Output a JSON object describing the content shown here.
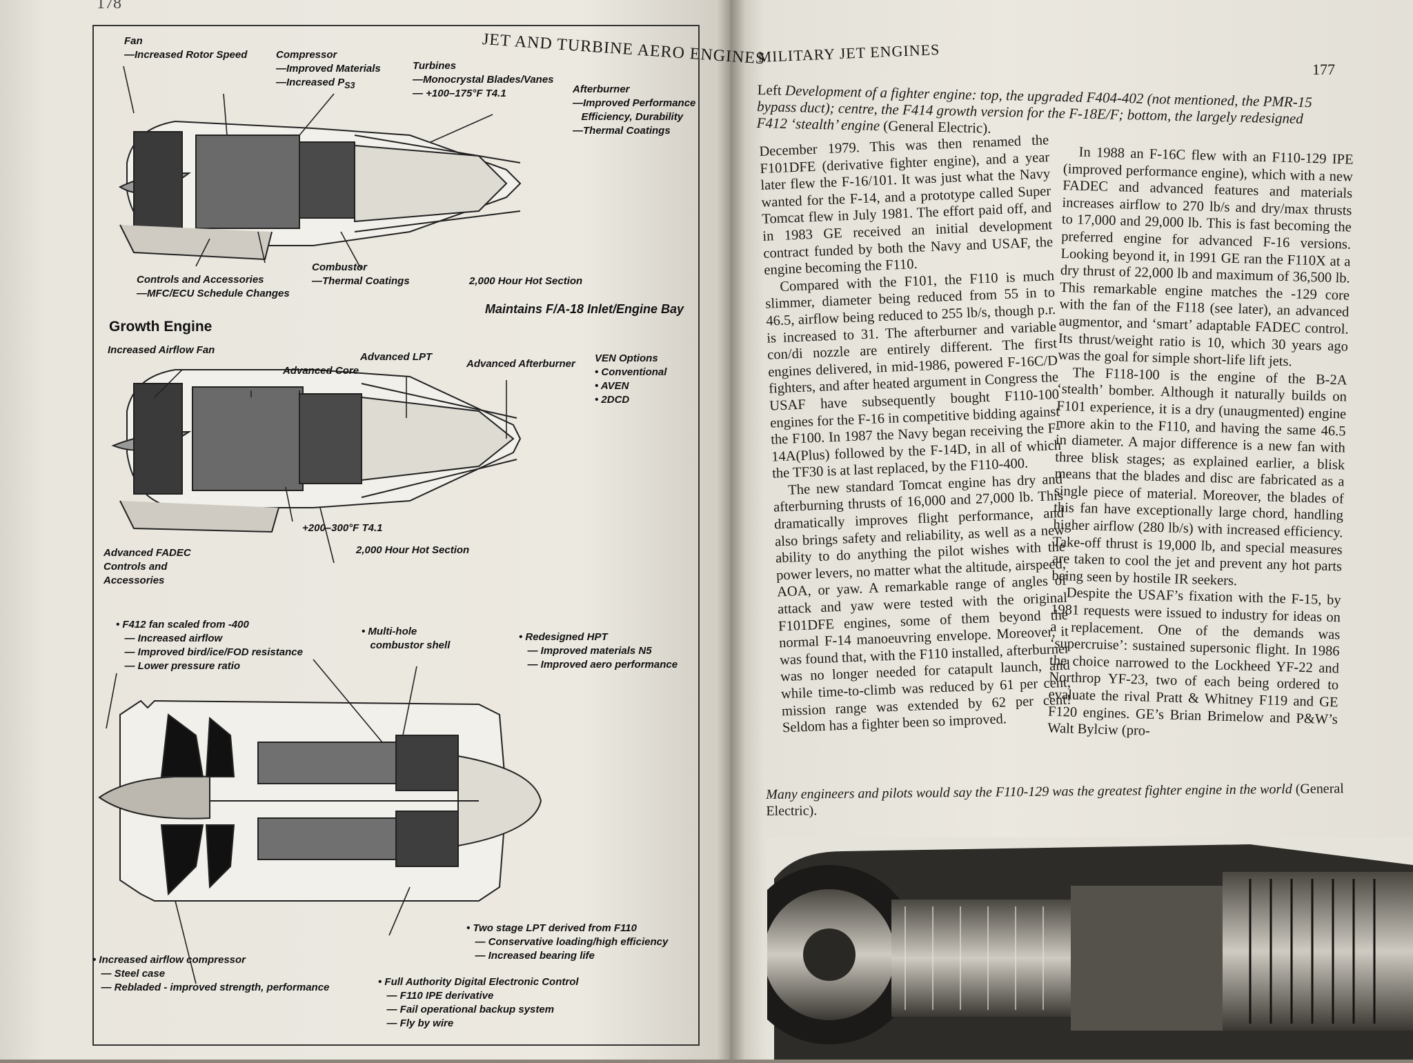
{
  "left_page": {
    "page_number": "178",
    "running_head": "JET AND TURBINE AERO ENGINES"
  },
  "figure": {
    "labels": {
      "fan": "Fan\n—Increased Rotor Speed",
      "compressor": "Compressor\n—Improved Materials\n—Increased P",
      "compressor_sub": "S3",
      "turbines": "Turbines\n—Monocrystal Blades/Vanes\n— +100–175°F T4.1",
      "afterburner": "Afterburner\n—Improved Performance\n   Efficiency, Durability\n—Thermal Coatings",
      "controls": "Controls and Accessories\n—MFC/ECU Schedule Changes",
      "combustor": "Combustor\n—Thermal Coatings",
      "hot_section_1": "2,000 Hour Hot Section",
      "maintains": "Maintains F/A-18 Inlet/Engine Bay",
      "growth_engine": "Growth Engine",
      "increased_airflow_fan": "Increased Airflow Fan",
      "advanced_core": "Advanced Core",
      "advanced_lpt": "Advanced LPT",
      "advanced_afterburner": "Advanced Afterburner",
      "ven_options": "VEN Options\n• Conventional\n• AVEN\n• 2DCD",
      "temp_increase": "+200–300°F T4.1",
      "hot_section_2": "2,000 Hour Hot Section",
      "advanced_fadec": "Advanced FADEC\nControls and\nAccessories",
      "f412_fan": "• F412 fan scaled from -400\n   — Increased airflow\n   — Improved bird/ice/FOD resistance\n   — Lower pressure ratio",
      "multihole": "• Multi-hole\n   combustor shell",
      "redesigned_hpt": "• Redesigned HPT\n   — Improved materials N5\n   — Improved aero performance",
      "two_stage_lpt": "• Two stage LPT derived from F110\n   — Conservative loading/high efficiency\n   — Increased bearing life",
      "increased_airflow_compressor": "• Increased airflow compressor\n   — Steel case\n   — Rebladed - improved strength, performance",
      "full_authority": "• Full Authority Digital Electronic Control\n   — F110 IPE derivative\n   — Fail operational backup system\n   — Fly by wire"
    }
  },
  "right_page": {
    "running_head": "MILITARY JET ENGINES",
    "page_number": "177",
    "top_caption_lead": "Left",
    "top_caption_italic": " Development of a fighter engine: top, the upgraded F404-402 (not mentioned, the PMR-15 bypass duct); centre, the F414 growth version for the F-18E/F; bottom, the largely redesigned F412 ‘stealth’ engine ",
    "top_caption_credit": "(General Electric).",
    "column1": [
      "December 1979. This was then renamed the F101DFE (derivative fighter engine), and a year later flew the F-16/101. It was just what the Navy wanted for the F-14, and a prototype called Super Tomcat flew in July 1981. The effort paid off, and in 1983 GE received an initial development contract funded by both the Navy and USAF, the engine becoming the F110.",
      "Compared with the F101, the F110 is much slimmer, diameter being reduced from 55 in to 46.5, airflow being reduced to 255 lb/s, though p.r. is increased to 31. The afterburner and variable con/di nozzle are entirely different. The first engines delivered, in mid-1986, powered F-16C/D fighters, and after heated argument in Congress the USAF have subsequently bought F110-100 engines for the F-16 in competitive bidding against the F100. In 1987 the Navy began receiving the F-14A(Plus) followed by the F-14D, in all of which the TF30 is at last replaced, by the F110-400.",
      "The new standard Tomcat engine has dry and afterburning thrusts of 16,000 and 27,000 lb. This dramatically improves flight performance, and also brings safety and reliability, as well as a new ability to do anything the pilot wishes with the power levers, no matter what the altitude, airspeed, AOA, or yaw. A remarkable range of angles of attack and yaw were tested with the original F101DFE engines, some of them beyond the normal F-14 manoeuvring envelope. Moreover, it was found that, with the F110 installed, afterburner was no longer needed for catapult launch, and while time-to-climb was reduced by 61 per cent, mission range was extended by 62 per cent! Seldom has a fighter been so improved."
    ],
    "column2": [
      "In 1988 an F-16C flew with an F110-129 IPE (improved performance engine), which with a new FADEC and advanced features and materials increases airflow to 270 lb/s and dry/max thrusts to 17,000 and 29,000 lb. This is fast becoming the preferred engine for advanced F-16 versions. Looking beyond it, in 1991 GE ran the F110X at a dry thrust of 22,000 lb and maximum of 36,500 lb. This remarkable engine matches the -129 core with the fan of the F118 (see later), an advanced augmentor, and ‘smart’ adaptable FADEC control. Its thrust/weight ratio is 10, which 30 years ago was the goal for simple short-life lift jets.",
      "The F118-100 is the engine of the B-2A ‘stealth’ bomber. Although it naturally builds on F101 experience, it is a dry (unaugmented) engine more akin to the F110, and having the same 46.5 in diameter. A major difference is a new fan with three blisk stages; as explained earlier, a blisk means that the blades and disc are fabricated as a single piece of material. Moreover, the blades of this fan have exceptionally large chord, handling higher airflow (280 lb/s) with increased efficiency. Take-off thrust is 19,000 lb, and special measures are taken to cool the jet and prevent any hot parts being seen by hostile IR seekers.",
      "Despite the USAF’s fixation with the F-15, by 1981 requests were issued to industry for ideas on a replacement. One of the demands was ‘supercruise’: sustained supersonic flight. In 1986 the choice narrowed to the Lockheed YF-22 and Northrop YF-23, two of each being ordered to evaluate the rival Pratt & Whitney F119 and GE F120 engines. GE’s Brian Brimelow and P&W’s Walt Bylciw (pro-"
    ],
    "bottom_caption_italic": "Many engineers and pilots would say the F110-129 was the greatest fighter engine in the world ",
    "bottom_caption_credit": "(General Electric)."
  }
}
